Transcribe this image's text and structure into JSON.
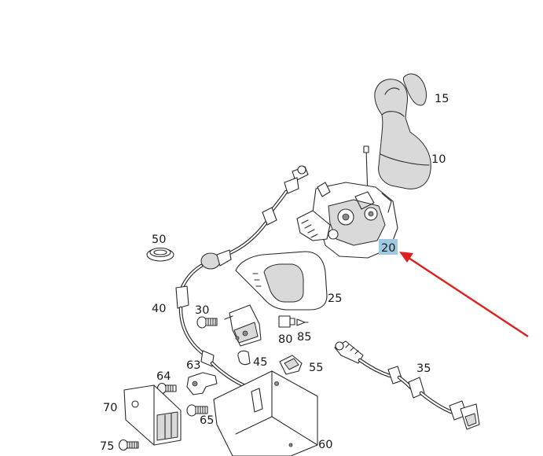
{
  "callouts": {
    "p15": "15",
    "p10": "10",
    "p20": "20",
    "p25": "25",
    "p50": "50",
    "p40": "40",
    "p30": "30",
    "p80": "80",
    "p85": "85",
    "p45": "45",
    "p55": "55",
    "p63": "63",
    "p64": "64",
    "p70": "70",
    "p65": "65",
    "p75": "75",
    "p60": "60",
    "p35": "35"
  },
  "highlighted_part": "20",
  "colors": {
    "highlight": "#9fc9e0",
    "arrow": "#e02020",
    "line": "#2a2a2a"
  }
}
